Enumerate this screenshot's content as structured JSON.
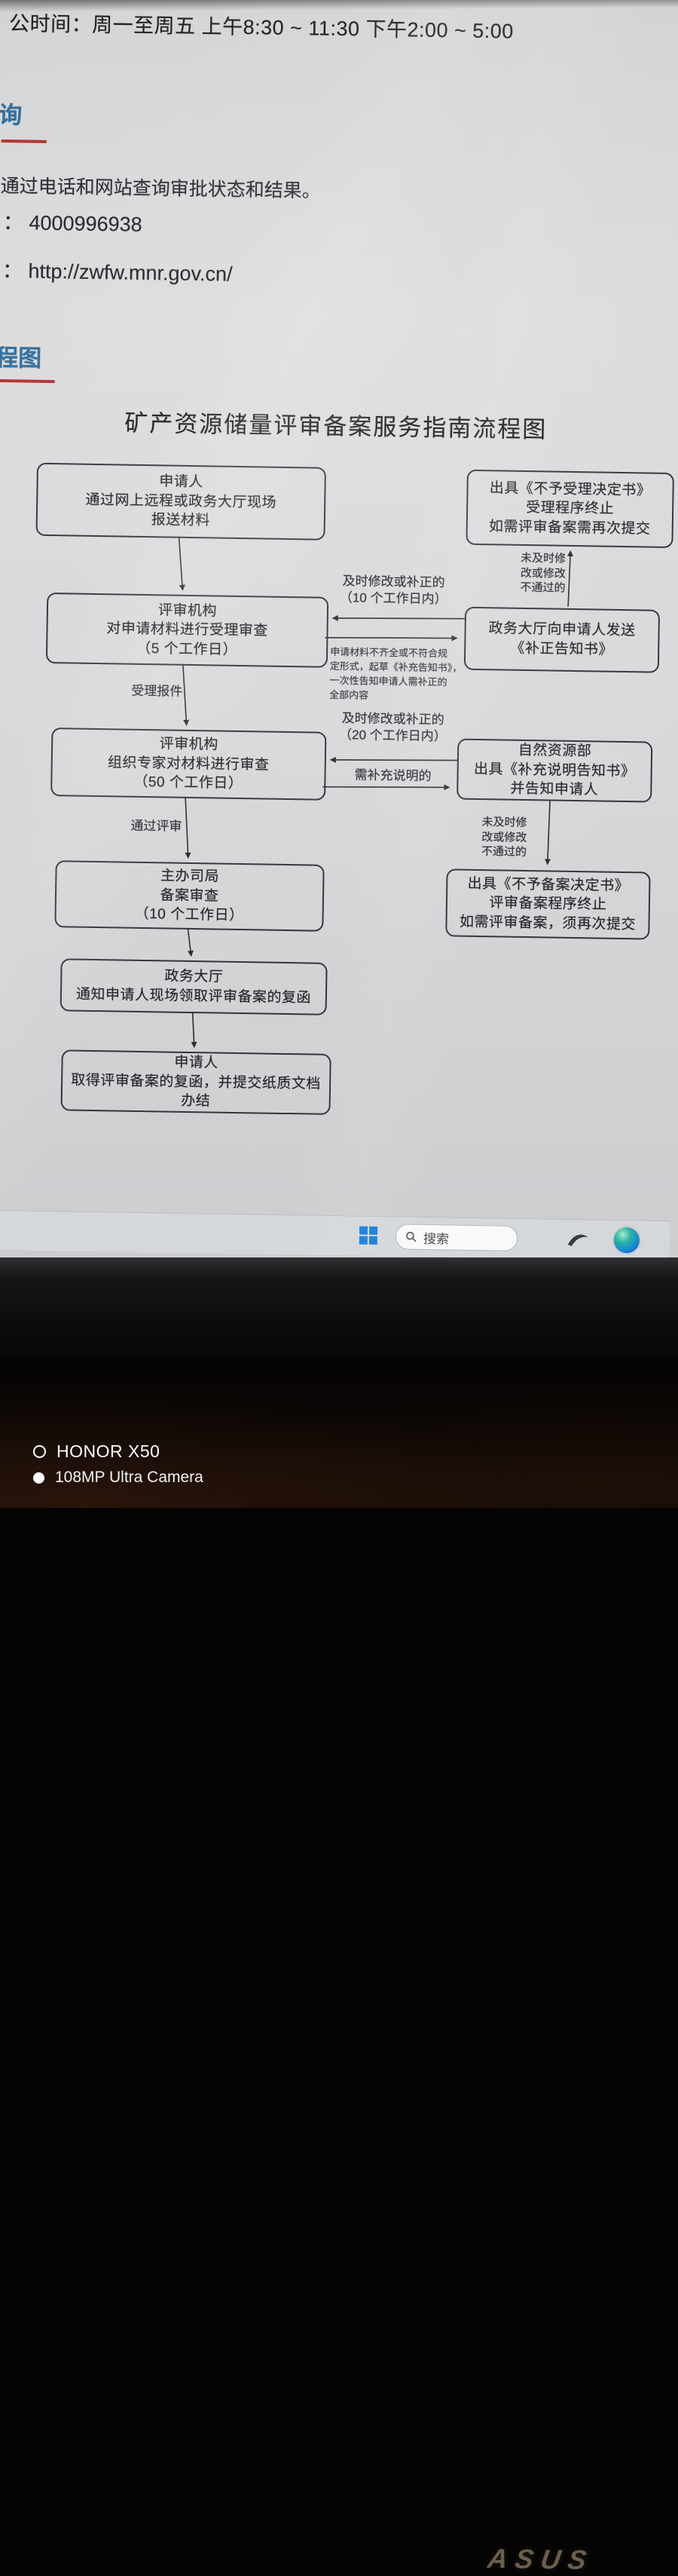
{
  "colors": {
    "heading_blue": "#2E6D9D",
    "underline_red": "#B3322E",
    "windows_blue": "#1A7EDB"
  },
  "doc": {
    "office_hours": "公时间：周一至周五  上午8:30 ~ 11:30 下午2:00 ~ 5:00",
    "query_section": {
      "heading": "询",
      "description": "通过电话和网站查询审批状态和结果。",
      "phone_line": "：  4000996938",
      "website_line": "：  http://zwfw.mnr.gov.cn/"
    },
    "flow_section_heading": "程图",
    "flow_title": "矿产资源储量评审备案服务指南流程图"
  },
  "flowchart": {
    "boxes": {
      "apply": [
        "申请人",
        "通过网上远程或政务大厅现场",
        "报送材料"
      ],
      "reject_accept": [
        "出具《不予受理决定书》",
        "受理程序终止",
        "如需评审备案需再次提交"
      ],
      "accept_review": [
        "评审机构",
        "对申请材料进行受理审查",
        "（5 个工作日）"
      ],
      "correction_notice": [
        "政务大厅向申请人发送",
        "《补正告知书》"
      ],
      "expert_review": [
        "评审机构",
        "组织专家对材料进行审查",
        "（50 个工作日）"
      ],
      "supplement_notice": [
        "自然资源部",
        "出具《补充说明告知书》",
        "并告知申请人"
      ],
      "filing_review": [
        "主办司局",
        "备案审查",
        "（10 个工作日）"
      ],
      "reject_filing": [
        "出具《不予备案决定书》",
        "评审备案程序终止",
        "如需评审备案，须再次提交"
      ],
      "pickup": [
        "政务大厅",
        "通知申请人现场领取评审备案的复函"
      ],
      "complete": [
        "申请人",
        "取得评审备案的复函，并提交纸质文档",
        "办结"
      ]
    },
    "labels": {
      "fix_10days": [
        "及时修改或补正的",
        "（10 个工作日内）"
      ],
      "not_fixed_top": [
        "未及时修",
        "改或修改",
        "不通过的"
      ],
      "incomplete_note": [
        "申请材料不齐全或不符合规",
        "定形式，起草《补充告知书》，",
        "一次性告知申请人需补正的",
        "全部内容"
      ],
      "accept_filing": "受理报件",
      "fix_20days": [
        "及时修改或补正的",
        "（20 个工作日内）"
      ],
      "need_supplement": "需补充说明的",
      "pass_review": "通过评审",
      "not_fixed_bottom": [
        "未及时修",
        "改或修改",
        "不通过的"
      ]
    }
  },
  "taskbar": {
    "search_label": "搜索"
  },
  "monitor": {
    "logo_text": "ASUS"
  },
  "watermark": {
    "device": "HONOR X50",
    "camera": "108MP Ultra Camera"
  }
}
